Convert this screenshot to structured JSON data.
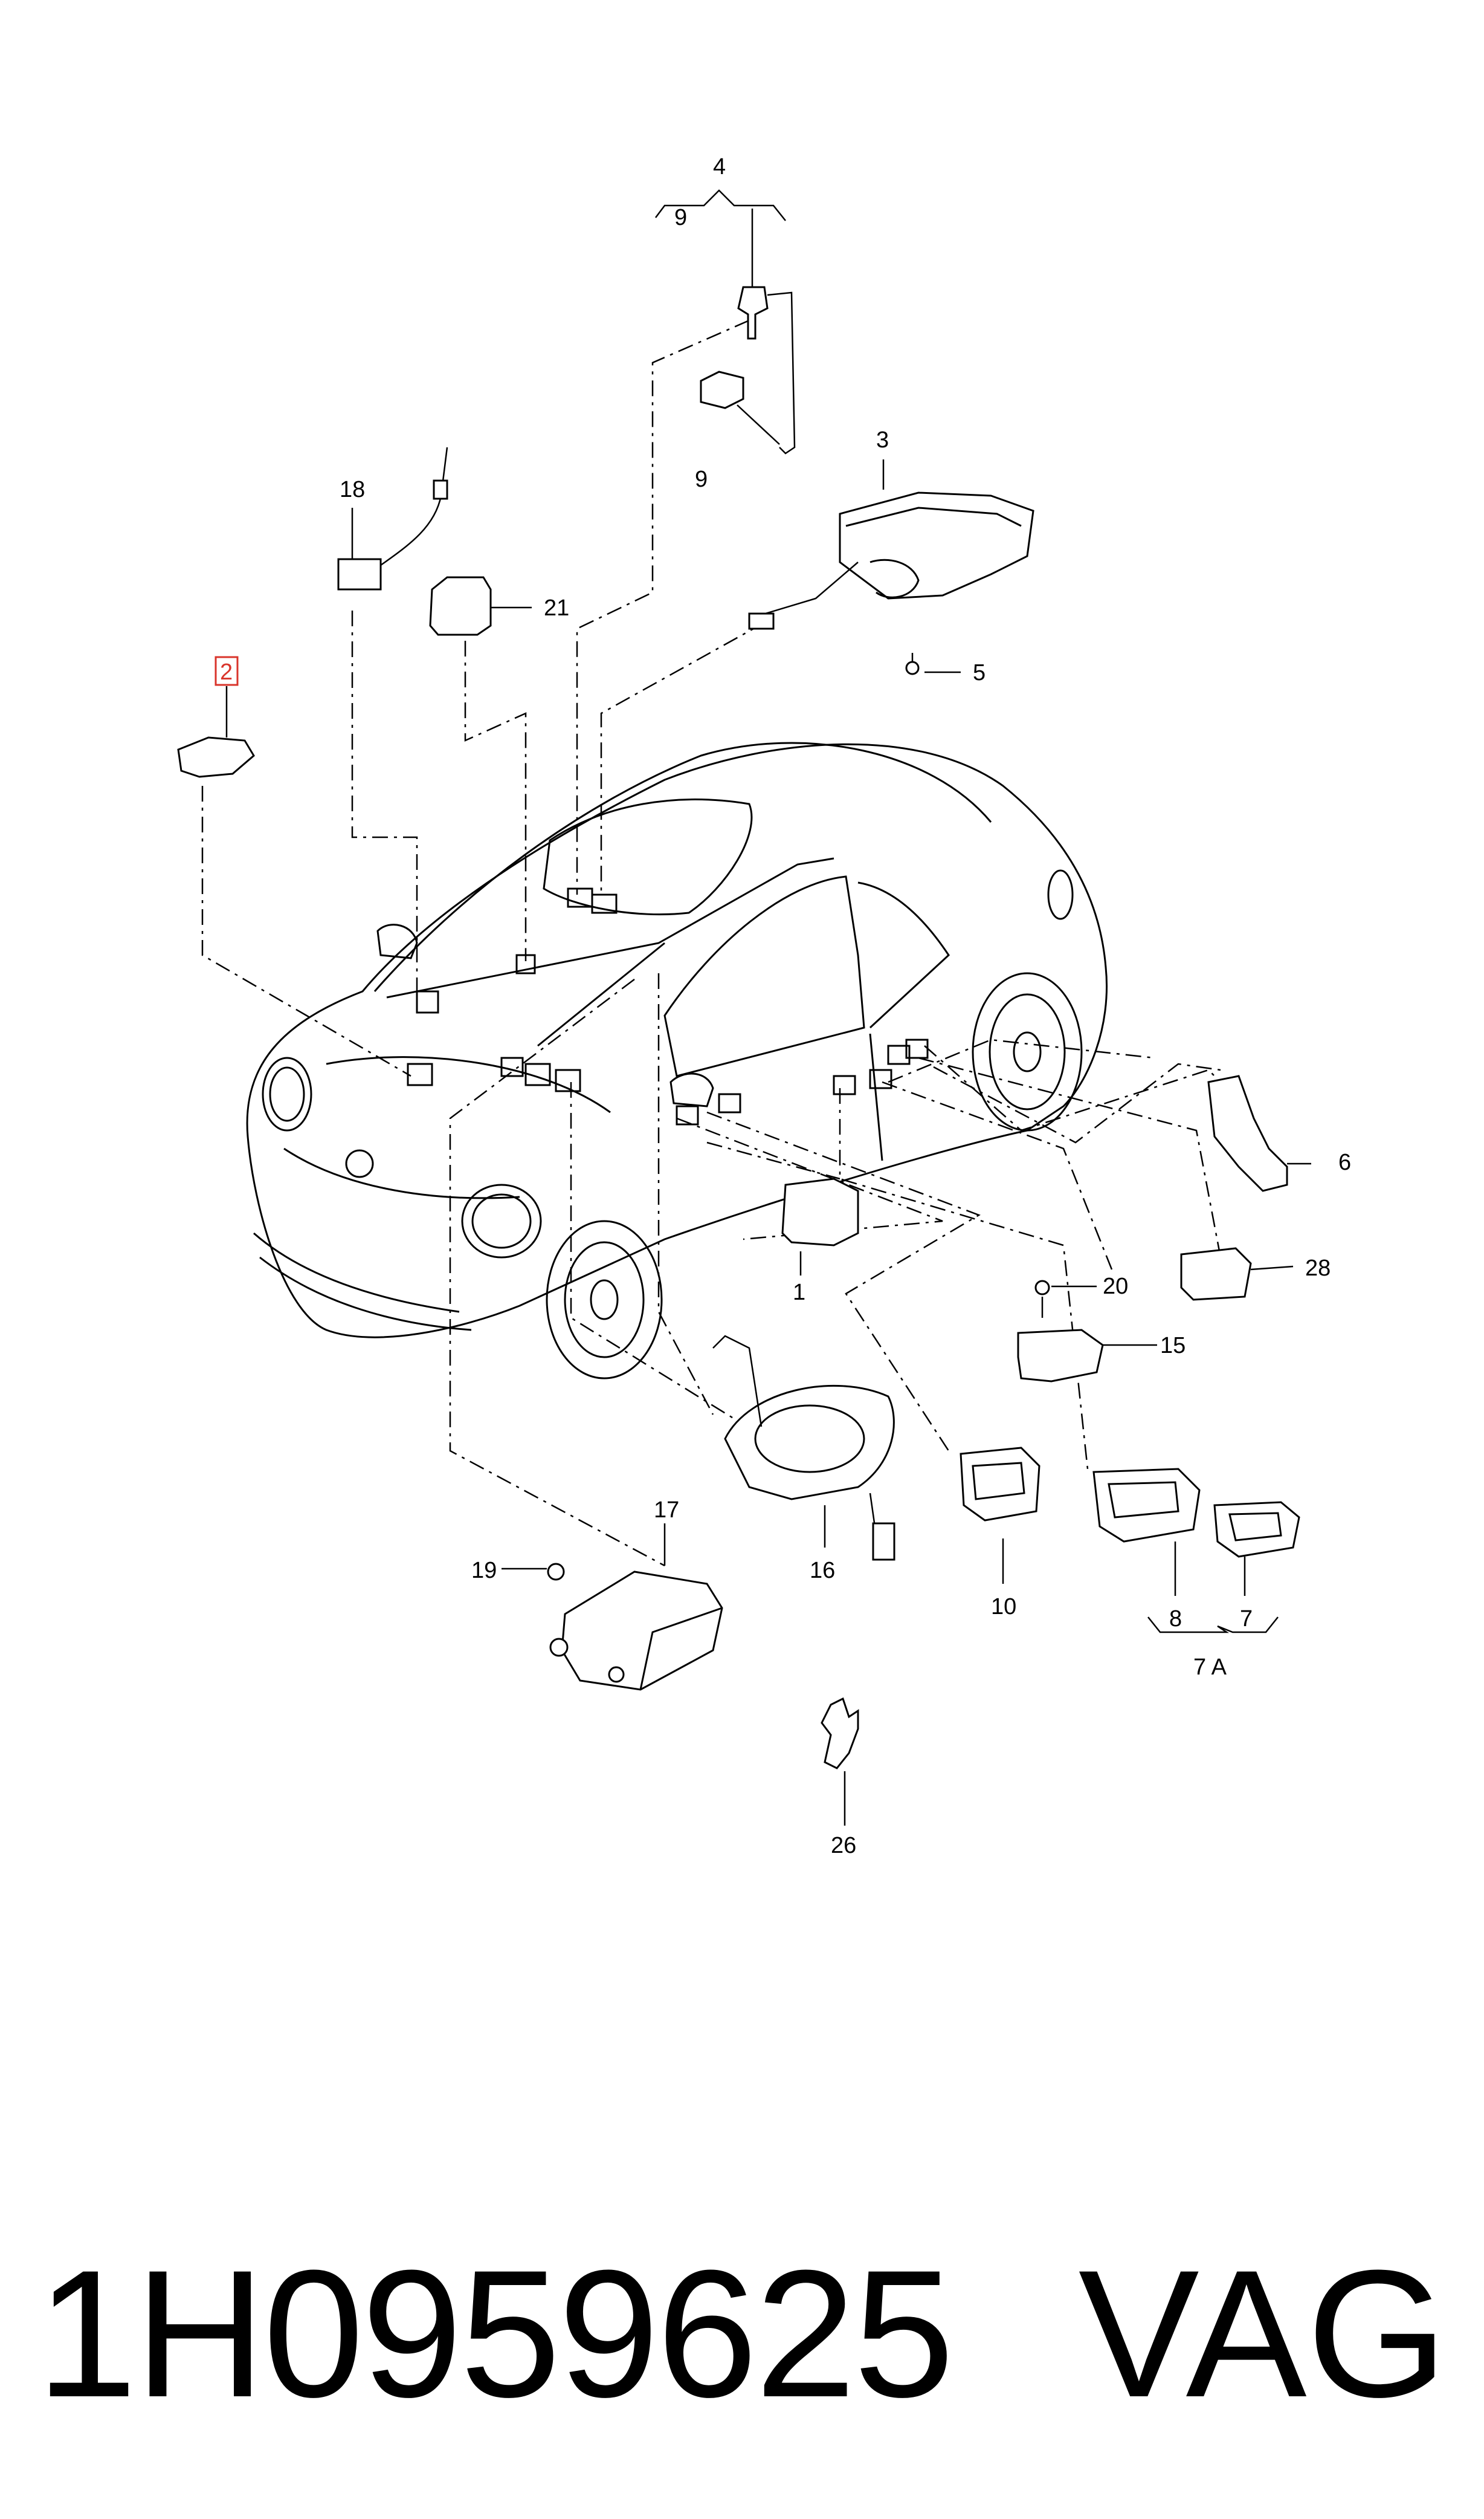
{
  "callouts": {
    "c1": "1",
    "c2": "2",
    "c3": "3",
    "c4": "4",
    "c5": "5",
    "c6": "6",
    "c7": "7",
    "c7a": "7 A",
    "c8": "8",
    "c9_top": "9",
    "c9_part": "9",
    "c10": "10",
    "c15": "15",
    "c16": "16",
    "c17": "17",
    "c18": "18",
    "c19": "19",
    "c20": "20",
    "c21": "21",
    "c26": "26",
    "c28": "28"
  },
  "highlight_color": "#d9342b",
  "footer": {
    "part_number": "1H0959625",
    "brand": "VAG"
  }
}
